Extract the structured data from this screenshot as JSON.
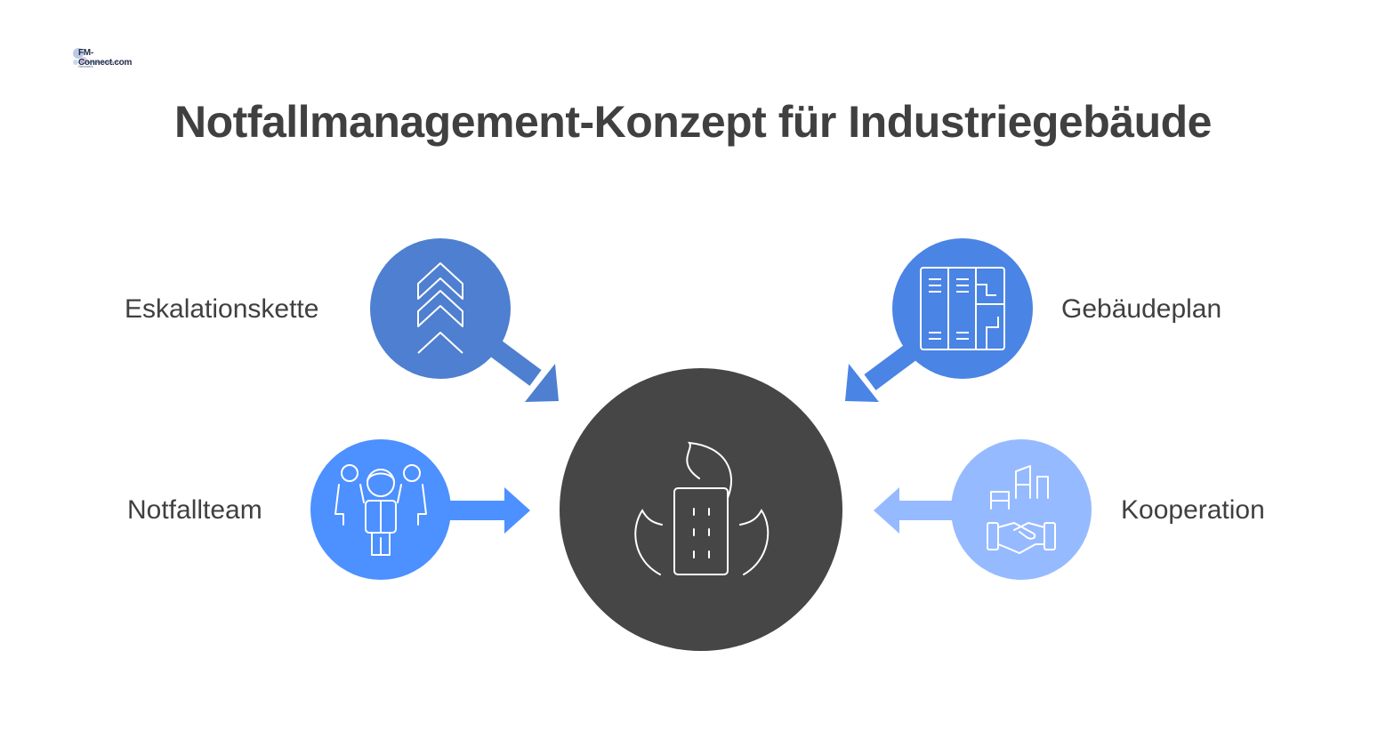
{
  "logo": {
    "text": "FM-Connect.com",
    "sub": "FM-Strategie und digitale Netzwerk"
  },
  "title": "Notfallmanagement-Konzept für Industriegebäude",
  "nodes": {
    "center": {
      "icon": "burning-building-icon",
      "color": "#464646"
    },
    "top_left": {
      "label": "Eskalationskette",
      "icon": "chevrons-up-icon",
      "color": "#4e7fd0"
    },
    "top_right": {
      "label": "Gebäudeplan",
      "icon": "floor-plan-icon",
      "color": "#4a84e4"
    },
    "bottom_left": {
      "label": "Notfallteam",
      "icon": "team-icon",
      "color": "#4d90ff"
    },
    "bottom_right": {
      "label": "Kooperation",
      "icon": "handshake-icon",
      "color": "#96baff"
    }
  }
}
